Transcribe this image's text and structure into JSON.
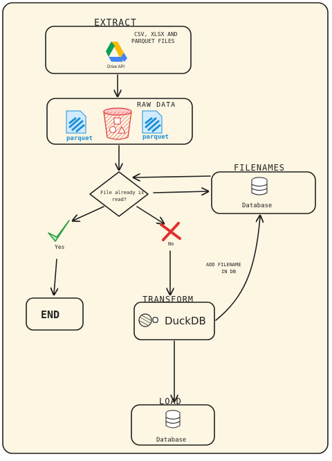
{
  "colors": {
    "background": "#fcf6e3",
    "stroke": "#1e1e1e",
    "parquet_blue": "#1e90d6",
    "bucket_red": "#e03131",
    "check_green": "#2f9e44",
    "cross_red": "#e03131"
  },
  "extract": {
    "title": "EXTRACT",
    "note_line1": "CSV, XLSX AND",
    "note_line2": "PARQUET FILES",
    "api_label": "Drive API",
    "icon": "google-drive-icon"
  },
  "raw_data": {
    "title": "RAW DATA",
    "files": [
      "parquet",
      "parquet"
    ],
    "icons": [
      "parquet-file-icon",
      "storage-bucket-icon",
      "parquet-file-icon"
    ]
  },
  "decision": {
    "line1": "File already is",
    "line2": "read?"
  },
  "filenames": {
    "title": "FILENAMES",
    "db_label": "Database",
    "icon": "database-icon"
  },
  "yes_branch": {
    "label": "Yes",
    "icon": "checkmark-icon"
  },
  "no_branch": {
    "label": "No",
    "icon": "cross-icon"
  },
  "end": {
    "label": "END"
  },
  "add_filename": {
    "line1": "ADD FILENAME",
    "line2": "IN DB"
  },
  "transform": {
    "title": "TRANSFORM",
    "engine": "DuckDB",
    "icon": "duckdb-icon"
  },
  "load": {
    "title": "LOAD",
    "db_label": "Database",
    "icon": "database-icon"
  }
}
